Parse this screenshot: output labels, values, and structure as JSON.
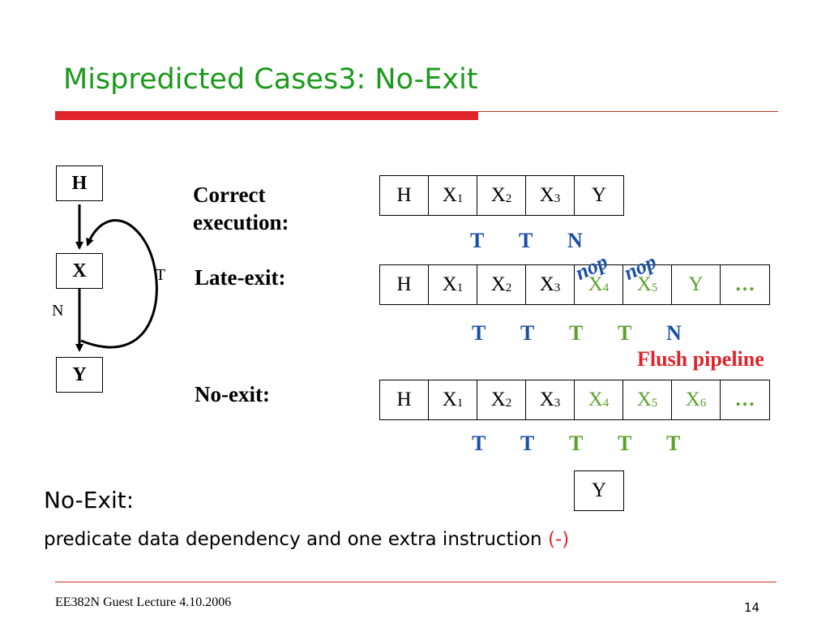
{
  "title": "Mispredicted Cases3: No-Exit",
  "cfg": {
    "h": "H",
    "x": "X",
    "y": "Y",
    "edge_t": "T",
    "edge_n": "N"
  },
  "rows": {
    "correct": {
      "label_line1": "Correct",
      "label_line2": "execution:",
      "cells": [
        {
          "main": "H",
          "sub": ""
        },
        {
          "main": "X",
          "sub": "1"
        },
        {
          "main": "X",
          "sub": "2"
        },
        {
          "main": "X",
          "sub": "3"
        },
        {
          "main": "Y",
          "sub": ""
        }
      ],
      "outcomes": [
        "T",
        "T",
        "N"
      ]
    },
    "late_exit": {
      "label": "Late-exit:",
      "cells": [
        {
          "main": "H",
          "sub": ""
        },
        {
          "main": "X",
          "sub": "1"
        },
        {
          "main": "X",
          "sub": "2"
        },
        {
          "main": "X",
          "sub": "3"
        },
        {
          "main": "X",
          "sub": "4",
          "green": true
        },
        {
          "main": "X",
          "sub": "5",
          "green": true
        },
        {
          "main": "Y",
          "sub": "",
          "green": true
        },
        {
          "main": "…",
          "sub": "",
          "green": true,
          "bold": true
        }
      ],
      "outcomes": [
        "T",
        "T",
        "T",
        "T",
        "N"
      ],
      "nop_labels": [
        "nop",
        "nop"
      ],
      "note": "Flush pipeline"
    },
    "no_exit": {
      "label": "No-exit:",
      "cells": [
        {
          "main": "H",
          "sub": ""
        },
        {
          "main": "X",
          "sub": "1"
        },
        {
          "main": "X",
          "sub": "2"
        },
        {
          "main": "X",
          "sub": "3"
        },
        {
          "main": "X",
          "sub": "4",
          "green": true
        },
        {
          "main": "X",
          "sub": "5",
          "green": true
        },
        {
          "main": "X",
          "sub": "6",
          "green": true
        },
        {
          "main": "…",
          "sub": "",
          "green": true,
          "bold": true
        }
      ],
      "outcomes": [
        "T",
        "T",
        "T",
        "T",
        "T"
      ],
      "trailing": "Y"
    }
  },
  "summary": {
    "heading": "No-Exit:",
    "text": "predicate data dependency and one extra instruction ",
    "marker": "(-)"
  },
  "footer": "EE382N Guest Lecture 4.10.2006",
  "page_number": "14",
  "colors": {
    "title": "#1a9a1a",
    "accent_red": "#e0242c",
    "taken_blue": "#1a4fa8",
    "extra_green": "#5aa12a"
  }
}
